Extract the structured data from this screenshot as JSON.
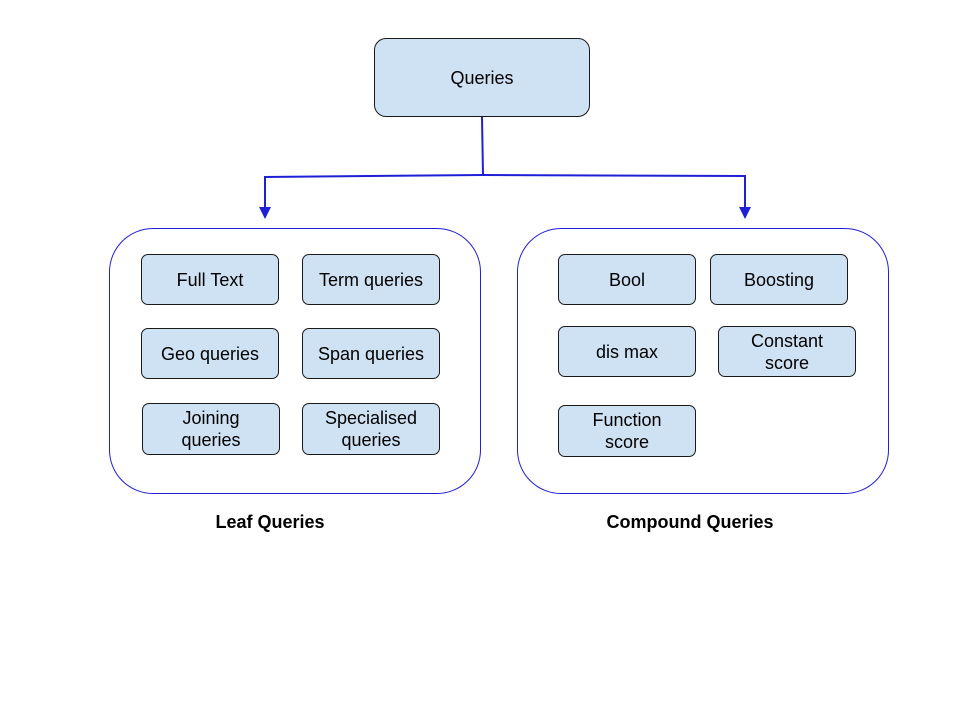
{
  "diagram": {
    "root": {
      "label": "Queries"
    },
    "groups": [
      {
        "caption": "Leaf Queries",
        "items": [
          {
            "label": "Full Text"
          },
          {
            "label": "Term queries"
          },
          {
            "label": "Geo queries"
          },
          {
            "label": "Span queries"
          },
          {
            "label": "Joining\nqueries"
          },
          {
            "label": "Specialised\nqueries"
          }
        ]
      },
      {
        "caption": "Compound Queries",
        "items": [
          {
            "label": "Bool"
          },
          {
            "label": "Boosting"
          },
          {
            "label": "dis max"
          },
          {
            "label": "Constant\nscore"
          },
          {
            "label": "Function\nscore"
          }
        ]
      }
    ],
    "colors": {
      "node_fill": "#cfe2f3",
      "node_border": "#1a1a1a",
      "connector": "#1f1fd6",
      "group_border": "#1f1fd6"
    }
  }
}
